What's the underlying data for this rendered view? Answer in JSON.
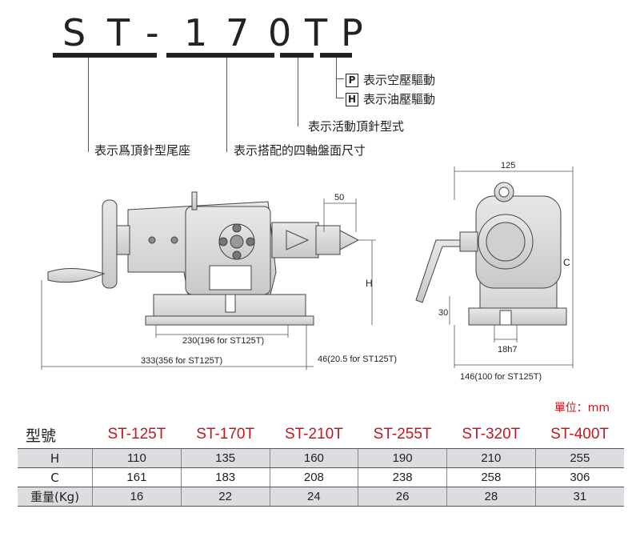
{
  "model_title": {
    "chars": [
      "S",
      "T",
      "-",
      "1",
      "7",
      "0",
      "T",
      "P"
    ]
  },
  "annotations": {
    "p_code": "P",
    "p_text": "表示空壓驅動",
    "h_code": "H",
    "h_text": "表示油壓驅動",
    "live_center": "表示活動頂針型式",
    "tailstock": "表示爲頂針型尾座",
    "chuck_size": "表示搭配的四軸盤面尺寸"
  },
  "dimensions": {
    "d50": "50",
    "d230": "230(196 for ST125T)",
    "d333": "333(356 for ST125T)",
    "d46": "46(20.5 for ST125T)",
    "dH": "H",
    "d125": "125",
    "dC": "C",
    "d30": "30",
    "d18h7": "18h7",
    "d146": "146(100 for ST125T)"
  },
  "unit": "單位：mm",
  "table": {
    "header_label": "型號",
    "models": [
      "ST-125T",
      "ST-170T",
      "ST-210T",
      "ST-255T",
      "ST-320T",
      "ST-400T"
    ],
    "rows": [
      {
        "label": "H",
        "values": [
          "110",
          "135",
          "160",
          "190",
          "210",
          "255"
        ]
      },
      {
        "label": "C",
        "values": [
          "161",
          "183",
          "208",
          "238",
          "258",
          "306"
        ]
      },
      {
        "label": "重量(Kg)",
        "values": [
          "16",
          "22",
          "24",
          "26",
          "28",
          "31"
        ]
      }
    ]
  },
  "colors": {
    "accent": "#c4161c",
    "row_shade": "#dcdde0"
  }
}
